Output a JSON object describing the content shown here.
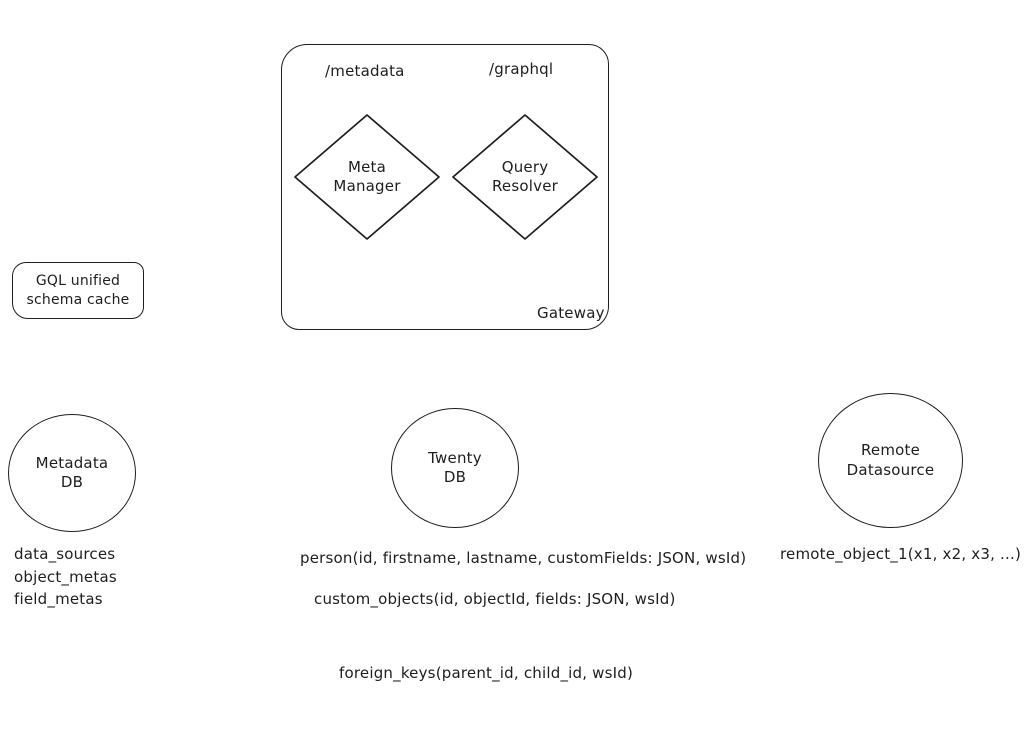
{
  "gateway": {
    "label": "Gateway",
    "endpoint_metadata": "/metadata",
    "endpoint_graphql": "/graphql",
    "meta_manager": "Meta\nManager",
    "query_resolver": "Query\nResolver"
  },
  "schema_cache": {
    "label": "GQL unified\nschema cache"
  },
  "databases": {
    "metadata_db": {
      "label": "Metadata\nDB",
      "tables": [
        "data_sources",
        "object_metas",
        "field_metas"
      ]
    },
    "twenty_db": {
      "label": "Twenty\nDB",
      "tables": [
        "person(id, firstname, lastname, customFields: JSON, wsId)",
        "custom_objects(id, objectId, fields: JSON, wsId)",
        "foreign_keys(parent_id, child_id, wsId)"
      ]
    },
    "remote_datasource": {
      "label": "Remote\nDatasource",
      "tables": [
        "remote_object_1(x1, x2, x3, ...)"
      ]
    }
  }
}
